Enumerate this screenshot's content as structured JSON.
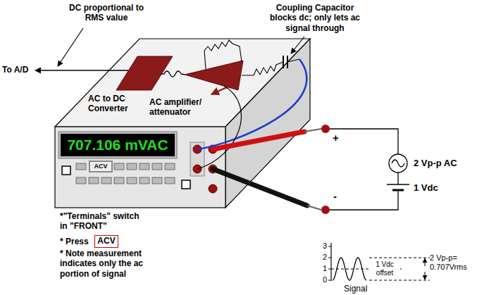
{
  "diagram": {
    "nodes": [
      {
        "text": [
          "707.106 mVAC"
        ]
      },
      {
        "text": [
          "ACV"
        ]
      },
      {
        "text": [
          "ACV"
        ]
      }
    ],
    "labels": [
      "DC proportional to RMS value",
      "Coupling Capacitor blocks dc; only lets ac signal through",
      "To A/D",
      "AC to DC Converter",
      "AC amplifier/ attenuator",
      "+",
      "2 Vp-p AC",
      "1 Vdc",
      "-",
      "*\"Terminals\" switch in \"FRONT\"",
      "* Press",
      "* Note measurement indicates only the ac portion of signal",
      "3",
      "2",
      "1",
      "0",
      "1 Vdc offset",
      "2 Vp-p= 0.707Vrms",
      "Signal"
    ]
  }
}
